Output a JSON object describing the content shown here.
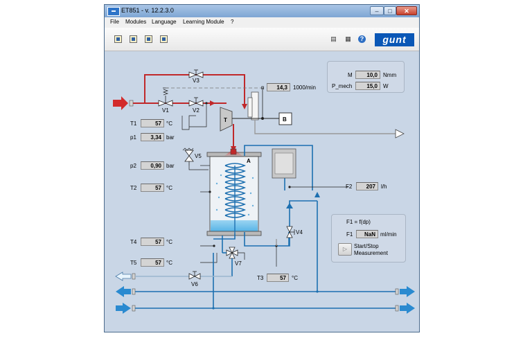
{
  "window": {
    "title": "ET851 - v. 12.2.3.0",
    "app_icon": "app-logo-icon"
  },
  "window_controls": {
    "minimize": "–",
    "maximize": "□",
    "close": "✕"
  },
  "menu": [
    "File",
    "Modules",
    "Language",
    "Learning Module",
    "?"
  ],
  "toolbar": {
    "left_icons": [
      "chart-icon-1",
      "chart-icon-2",
      "chart-icon-3",
      "chart-icon-4"
    ],
    "right_icons": [
      "printer-icon",
      "print-icon",
      "help-icon"
    ],
    "help_glyph": "?",
    "logo_text": "gunt"
  },
  "readouts": {
    "n": {
      "label": "n",
      "value": "14,3",
      "unit": "1000/min"
    },
    "M": {
      "label": "M",
      "value": "10,0",
      "unit": "Nmm"
    },
    "P_mech": {
      "label": "P_mech",
      "value": "15,0",
      "unit": "W"
    },
    "T1": {
      "label": "T1",
      "value": "57",
      "unit": "°C"
    },
    "p1": {
      "label": "p1",
      "value": "3,34",
      "unit": "bar"
    },
    "p2": {
      "label": "p2",
      "value": "0,90",
      "unit": "bar"
    },
    "T2": {
      "label": "T2",
      "value": "57",
      "unit": "°C"
    },
    "T4": {
      "label": "T4",
      "value": "57",
      "unit": "°C"
    },
    "T5": {
      "label": "T5",
      "value": "57",
      "unit": "°C"
    },
    "T3": {
      "label": "T3",
      "value": "57",
      "unit": "°C"
    },
    "F2": {
      "label": "F2",
      "value": "207",
      "unit": "l/h"
    },
    "F1": {
      "label": "F1",
      "value": "NaN",
      "unit": "ml/min"
    }
  },
  "f1_panel": {
    "title": "F1 = f(dp)",
    "button_label": "Start/Stop\nMeasurement"
  },
  "valves": [
    "V1",
    "V2",
    "V3",
    "V4",
    "V5",
    "V6",
    "V7"
  ],
  "components": {
    "turbine": "T",
    "brake": "B",
    "condenser": "A"
  },
  "colors": {
    "steam": "#c0282a",
    "water": "#1c6fb0",
    "cooling": "#4aa0d8",
    "exhaust": "#ffffff"
  }
}
